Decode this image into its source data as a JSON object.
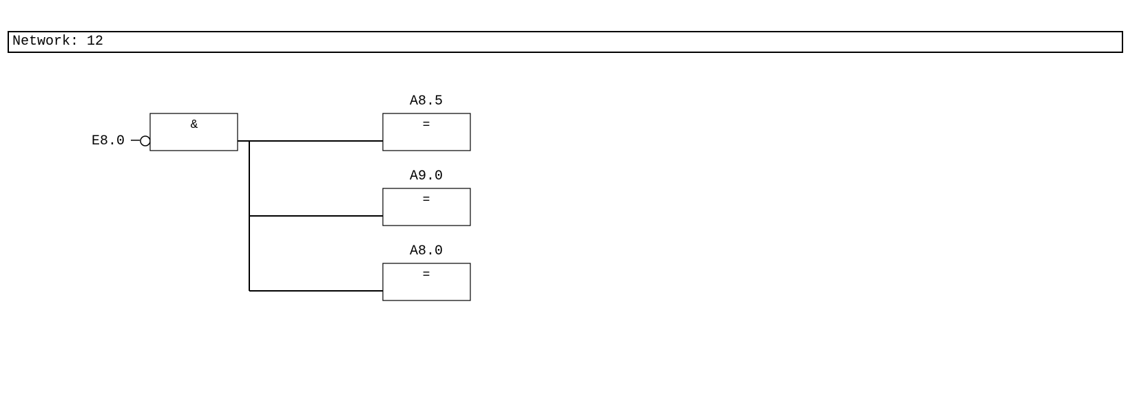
{
  "network": {
    "title": "Network: 12"
  },
  "logic": {
    "and_gate": {
      "symbol": "&",
      "input_address": "E8.0",
      "input_negated": true
    },
    "outputs": [
      {
        "address": "A8.5",
        "symbol": "="
      },
      {
        "address": "A9.0",
        "symbol": "="
      },
      {
        "address": "A8.0",
        "symbol": "="
      }
    ]
  }
}
